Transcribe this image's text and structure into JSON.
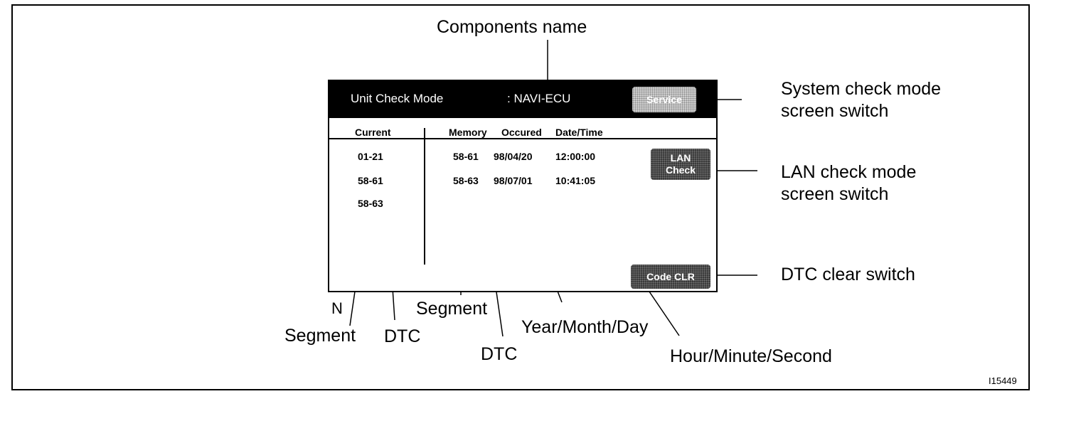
{
  "callouts": {
    "components_name": "Components name",
    "system_check_1": "System check mode",
    "system_check_2": "screen switch",
    "lan_check_1": "LAN check mode",
    "lan_check_2": "screen switch",
    "dtc_clear": "DTC clear switch",
    "n_label": "N",
    "segment_left": "Segment",
    "dtc_left": "DTC",
    "segment_mid": "Segment",
    "dtc_mid": "DTC",
    "ymd": "Year/Month/Day",
    "hms": "Hour/Minute/Second"
  },
  "screen": {
    "title": "Unit  Check  Mode",
    "unit": ": NAVI-ECU",
    "service_button": "Service",
    "lan_button_1": "LAN",
    "lan_button_2": "Check",
    "code_clr_button": "Code CLR",
    "columns": {
      "current": "Current",
      "memory": "Memory",
      "occured": "Occured",
      "datetime": "Date/Time"
    },
    "current_codes": [
      "01-21",
      "58-61",
      "58-63"
    ],
    "memory_rows": [
      {
        "code": "58-61",
        "date": "98/04/20",
        "time": "12:00:00"
      },
      {
        "code": "58-63",
        "date": "98/07/01",
        "time": "10:41:05"
      }
    ]
  },
  "figure_id": "I15449"
}
